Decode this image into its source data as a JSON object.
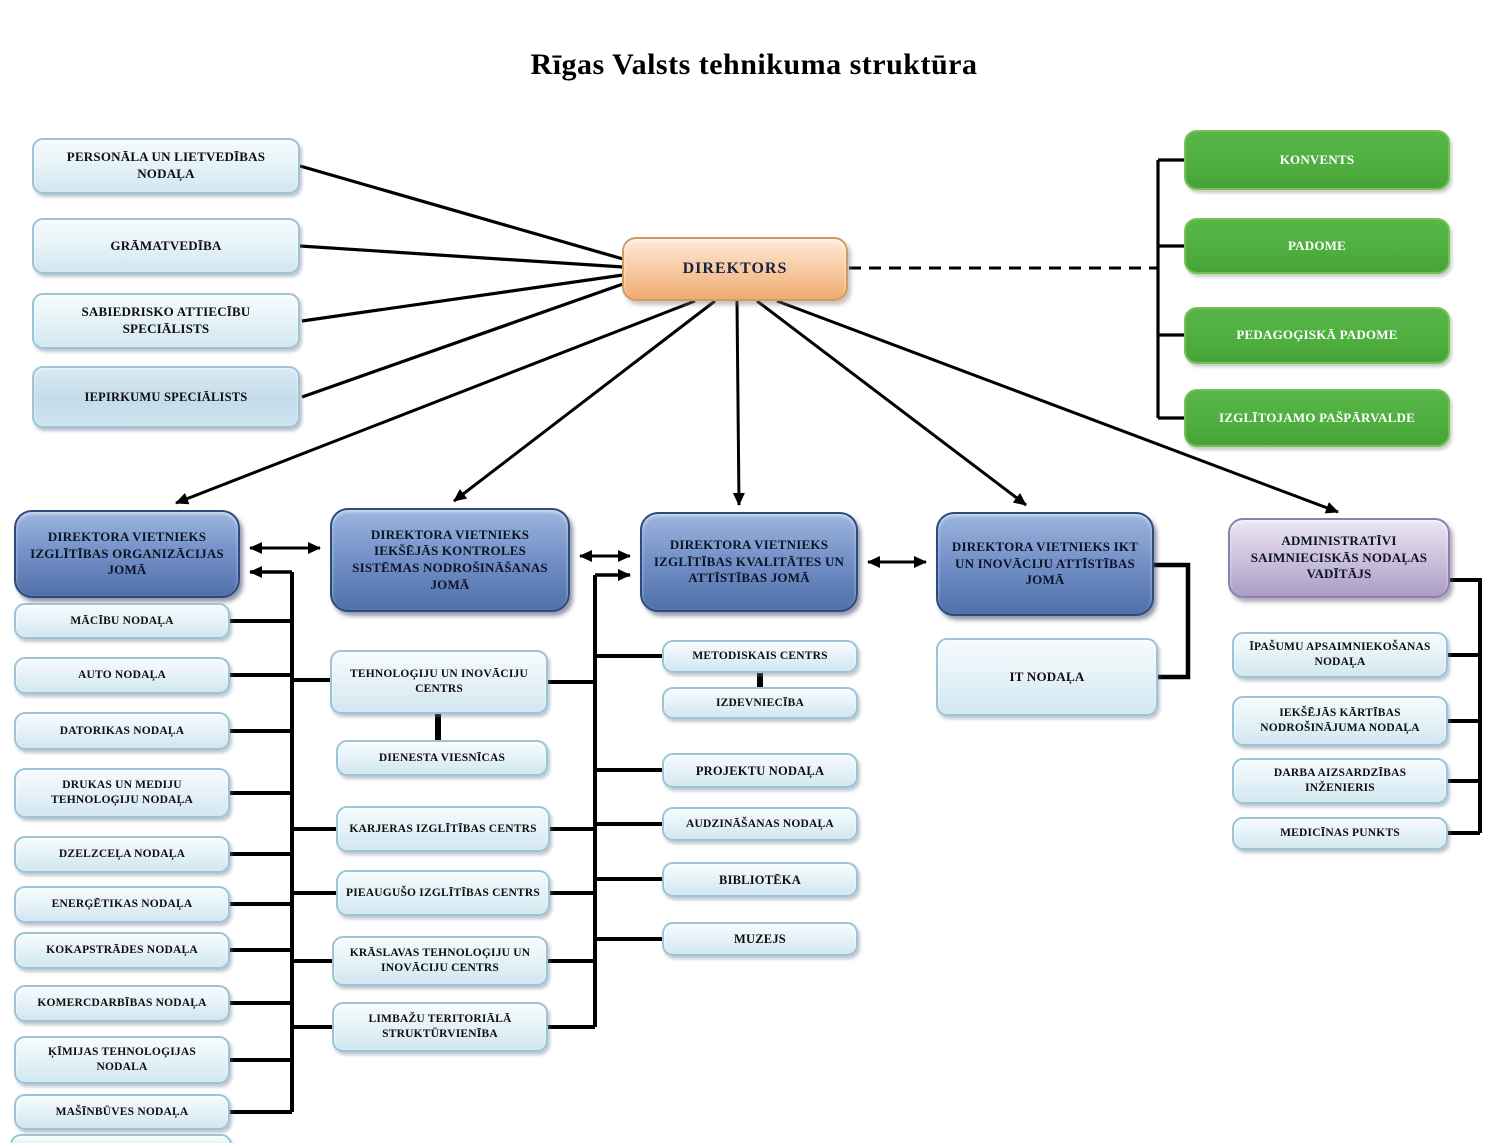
{
  "title": "Rīgas Valsts tehnikuma struktūra",
  "director": {
    "label": "DIREKTORS"
  },
  "staff_units": [
    {
      "label": "PERSONĀLA UN LIETVEDĪBAS NODAĻA"
    },
    {
      "label": "GRĀMATVEDĪBA"
    },
    {
      "label": "SABIEDRISKO ATTIECĪBU SPECIĀLISTS"
    },
    {
      "label": "IEPIRKUMU SPECIĀLISTS"
    }
  ],
  "governance_bodies": [
    {
      "label": "KONVENTS"
    },
    {
      "label": "PADOME"
    },
    {
      "label": "PEDAGOĢISKĀ PADOME"
    },
    {
      "label": "IZGLĪTOJAMO PAŠPĀRVALDE"
    }
  ],
  "deputies": [
    {
      "label": "DIREKTORA VIETNIEKS IZGLĪTĪBAS ORGANIZĀCIJAS JOMĀ"
    },
    {
      "label": "DIREKTORA VIETNIEKS IEKŠĒJĀS KONTROLES SISTĒMAS NODROŠINĀŠANAS JOMĀ"
    },
    {
      "label": "DIREKTORA VIETNIEKS IZGLĪTĪBAS KVALITĀTES UN ATTĪSTĪBAS JOMĀ"
    },
    {
      "label": "DIREKTORA VIETNIEKS IKT UN INOVĀCIJU ATTĪSTĪBAS JOMĀ"
    },
    {
      "label": "ADMINISTRATĪVI SAIMNIECISKĀS NODAĻAS VADĪTĀJS"
    }
  ],
  "education_departments": [
    {
      "label": "MĀCĪBU NODAĻA"
    },
    {
      "label": "AUTO NODAĻA"
    },
    {
      "label": "DATORIKAS NODAĻA"
    },
    {
      "label": "DRUKAS UN MEDIJU TEHNOLOĢIJU NODAĻA"
    },
    {
      "label": "DZELZCEĻA NODAĻA"
    },
    {
      "label": "ENERĢĒTIKAS NODAĻA"
    },
    {
      "label": "KOKAPSTRĀDES NODAĻA"
    },
    {
      "label": "KOMERCDARBĪBAS NODAĻA"
    },
    {
      "label": "ĶĪMIJAS TEHNOLOĢIJAS NODALA"
    },
    {
      "label": "MAŠĪNBŪVES NODAĻA"
    }
  ],
  "shared_centres": [
    {
      "label": "TEHNOLOĢIJU UN INOVĀCIJU CENTRS"
    },
    {
      "label": "DIENESTA VIESNĪCAS"
    },
    {
      "label": "KARJERAS IZGLĪTĪBAS CENTRS"
    },
    {
      "label": "PIEAUGUŠO IZGLĪTĪBAS CENTRS"
    },
    {
      "label": "KRĀSLAVAS TEHNOLOĢIJU UN INOVĀCIJU CENTRS"
    },
    {
      "label": "LIMBAŽU TERITORIĀLĀ STRUKTŪRVIENĪBA"
    }
  ],
  "quality_units": [
    {
      "label": "METODISKAIS CENTRS"
    },
    {
      "label": "IZDEVNIECĪBA"
    },
    {
      "label": "PROJEKTU NODAĻA"
    },
    {
      "label": "AUDZINĀŠANAS NODAĻA"
    },
    {
      "label": "BIBLIOTĒKA"
    },
    {
      "label": "MUZEJS"
    }
  ],
  "it_unit": {
    "label": "IT NODAĻA"
  },
  "admin_units": [
    {
      "label": "ĪPAŠUMU APSAIMNIEKOŠANAS NODAĻA"
    },
    {
      "label": "IEKŠĒJĀS KĀRTĪBAS NODROŠINĀJUMA NODAĻA"
    },
    {
      "label": "DARBA AIZSARDZĪBAS INŽENIERIS"
    },
    {
      "label": "MEDICĪNAS PUNKTS"
    }
  ],
  "colors": {
    "light_blue_node": "#dcecf4",
    "deputy_blue": "#5f7fb8",
    "director_peach": "#f3bd8e",
    "governance_green": "#4fae40",
    "admin_purple": "#c3b6d8",
    "line_black": "#000000"
  }
}
